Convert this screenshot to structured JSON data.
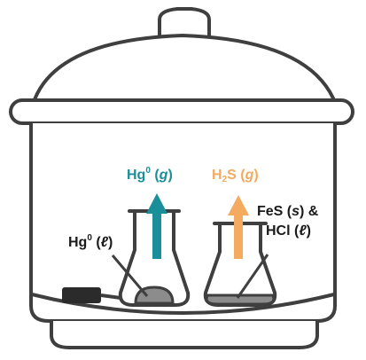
{
  "colors": {
    "outline": "#3f3f3f",
    "hg_vapor": "#1a8f99",
    "h2s_gas": "#f4aa5f",
    "liquid_fill": "#8c8c8c",
    "vessel_fill": "#ffffff",
    "probe": "#2b2b2b"
  },
  "labels": {
    "hg_vapor": {
      "main": "Hg",
      "sup": "0",
      "open": " (",
      "phase": "g",
      "close": ")"
    },
    "h2s_gas": {
      "h": "H",
      "sub": "2",
      "s": "S",
      "open": " (",
      "phase": "g",
      "close": ")"
    },
    "hg_liquid": {
      "main": "Hg",
      "sup": "0",
      "open": " (",
      "phase": "ℓ",
      "close": ")"
    },
    "fes": {
      "main": "FeS (",
      "phase": "s",
      "close": ") &"
    },
    "hcl": {
      "main": "HCl (",
      "phase": "ℓ",
      "close": ")"
    }
  }
}
